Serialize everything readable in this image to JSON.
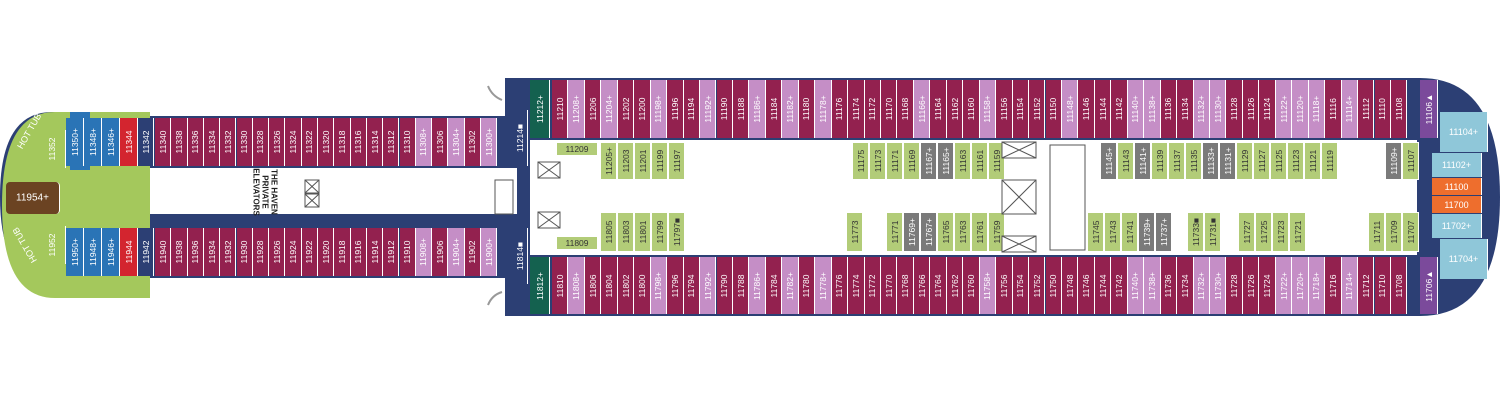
{
  "colors": {
    "inside": "#93214f",
    "balcony": "#c58ec6",
    "oceanview": "#2a74b6",
    "suite": "#a4c85c",
    "haven": "#7b4a9b",
    "minisuite": "#b2cc78",
    "studio": "#7a7a7a",
    "teal": "#14614f",
    "navy": "#2c3f74",
    "red": "#d3252f",
    "brown": "#6b4322",
    "aqua": "#8fc7d9",
    "orange": "#ee6e2d"
  },
  "haven_label": {
    "line1": "THE HAVEN",
    "line2": "PRIVATE",
    "line3": "ELEVATORS"
  },
  "top_row_fwd": [
    {
      "n": "11340",
      "c": "inside"
    },
    {
      "n": "11338",
      "c": "inside"
    },
    {
      "n": "11336",
      "c": "inside"
    },
    {
      "n": "11334",
      "c": "inside"
    },
    {
      "n": "11332",
      "c": "inside"
    },
    {
      "n": "11330",
      "c": "inside"
    },
    {
      "n": "11328",
      "c": "inside"
    },
    {
      "n": "11326",
      "c": "inside"
    },
    {
      "n": "11324",
      "c": "inside"
    },
    {
      "n": "11322",
      "c": "inside"
    },
    {
      "n": "11320",
      "c": "inside"
    },
    {
      "n": "11318",
      "c": "inside"
    },
    {
      "n": "11316",
      "c": "inside"
    },
    {
      "n": "11314",
      "c": "inside"
    },
    {
      "n": "11312",
      "c": "inside"
    },
    {
      "n": "11310",
      "c": "inside"
    },
    {
      "n": "11308+",
      "c": "balcony"
    },
    {
      "n": "11306",
      "c": "inside"
    },
    {
      "n": "11304+",
      "c": "balcony"
    },
    {
      "n": "11302",
      "c": "inside"
    },
    {
      "n": "11300+",
      "c": "balcony"
    }
  ],
  "bottom_row_fwd": [
    {
      "n": "11940",
      "c": "inside"
    },
    {
      "n": "11938",
      "c": "inside"
    },
    {
      "n": "11936",
      "c": "inside"
    },
    {
      "n": "11934",
      "c": "inside"
    },
    {
      "n": "11932",
      "c": "inside"
    },
    {
      "n": "11930",
      "c": "inside"
    },
    {
      "n": "11928",
      "c": "inside"
    },
    {
      "n": "11926",
      "c": "inside"
    },
    {
      "n": "11924",
      "c": "inside"
    },
    {
      "n": "11922",
      "c": "inside"
    },
    {
      "n": "11920",
      "c": "inside"
    },
    {
      "n": "11918",
      "c": "inside"
    },
    {
      "n": "11916",
      "c": "inside"
    },
    {
      "n": "11914",
      "c": "inside"
    },
    {
      "n": "11912",
      "c": "inside"
    },
    {
      "n": "11910",
      "c": "inside"
    },
    {
      "n": "11908+",
      "c": "balcony"
    },
    {
      "n": "11906",
      "c": "inside"
    },
    {
      "n": "11904+",
      "c": "balcony"
    },
    {
      "n": "11902",
      "c": "inside"
    },
    {
      "n": "11900+",
      "c": "balcony"
    }
  ],
  "top_row_aft": [
    {
      "n": "11210",
      "c": "inside"
    },
    {
      "n": "11208+",
      "c": "balcony"
    },
    {
      "n": "11206",
      "c": "inside"
    },
    {
      "n": "11204+",
      "c": "balcony"
    },
    {
      "n": "11202",
      "c": "inside"
    },
    {
      "n": "11200",
      "c": "inside"
    },
    {
      "n": "11198+",
      "c": "balcony"
    },
    {
      "n": "11196",
      "c": "inside"
    },
    {
      "n": "11194",
      "c": "inside"
    },
    {
      "n": "11192+",
      "c": "balcony"
    },
    {
      "n": "11190",
      "c": "inside"
    },
    {
      "n": "11188",
      "c": "inside"
    },
    {
      "n": "11186+",
      "c": "balcony"
    },
    {
      "n": "11184",
      "c": "inside"
    },
    {
      "n": "11182+",
      "c": "balcony"
    },
    {
      "n": "11180",
      "c": "inside"
    },
    {
      "n": "11178+",
      "c": "balcony"
    },
    {
      "n": "11176",
      "c": "inside"
    },
    {
      "n": "11174",
      "c": "inside"
    },
    {
      "n": "11172",
      "c": "inside"
    },
    {
      "n": "11170",
      "c": "inside"
    },
    {
      "n": "11168",
      "c": "inside"
    },
    {
      "n": "11166+",
      "c": "balcony"
    },
    {
      "n": "11164",
      "c": "inside"
    },
    {
      "n": "11162",
      "c": "inside"
    },
    {
      "n": "11160",
      "c": "inside"
    },
    {
      "n": "11158+",
      "c": "balcony"
    },
    {
      "n": "11156",
      "c": "inside"
    },
    {
      "n": "11154",
      "c": "inside"
    },
    {
      "n": "11152",
      "c": "inside"
    },
    {
      "n": "11150",
      "c": "inside"
    },
    {
      "n": "11148+",
      "c": "balcony"
    },
    {
      "n": "11146",
      "c": "inside"
    },
    {
      "n": "11144",
      "c": "inside"
    },
    {
      "n": "11142",
      "c": "inside"
    },
    {
      "n": "11140+",
      "c": "balcony"
    },
    {
      "n": "11138+",
      "c": "balcony"
    },
    {
      "n": "11136",
      "c": "inside"
    },
    {
      "n": "11134",
      "c": "inside"
    },
    {
      "n": "11132+",
      "c": "balcony"
    },
    {
      "n": "11130+",
      "c": "balcony"
    },
    {
      "n": "11128",
      "c": "inside"
    },
    {
      "n": "11126",
      "c": "inside"
    },
    {
      "n": "11124",
      "c": "inside"
    },
    {
      "n": "11122+",
      "c": "balcony"
    },
    {
      "n": "11120+",
      "c": "balcony"
    },
    {
      "n": "11118+",
      "c": "balcony"
    },
    {
      "n": "11116",
      "c": "inside"
    },
    {
      "n": "11114+",
      "c": "balcony"
    },
    {
      "n": "11112",
      "c": "inside"
    },
    {
      "n": "11110",
      "c": "inside"
    },
    {
      "n": "11108",
      "c": "inside"
    }
  ],
  "bottom_row_aft": [
    {
      "n": "11810",
      "c": "inside"
    },
    {
      "n": "11808+",
      "c": "balcony"
    },
    {
      "n": "11806",
      "c": "inside"
    },
    {
      "n": "11804",
      "c": "inside"
    },
    {
      "n": "11802",
      "c": "inside"
    },
    {
      "n": "11800",
      "c": "inside"
    },
    {
      "n": "11798+",
      "c": "balcony"
    },
    {
      "n": "11796",
      "c": "inside"
    },
    {
      "n": "11794",
      "c": "inside"
    },
    {
      "n": "11792+",
      "c": "balcony"
    },
    {
      "n": "11790",
      "c": "inside"
    },
    {
      "n": "11788",
      "c": "inside"
    },
    {
      "n": "11786+",
      "c": "balcony"
    },
    {
      "n": "11784",
      "c": "inside"
    },
    {
      "n": "11782+",
      "c": "balcony"
    },
    {
      "n": "11780",
      "c": "inside"
    },
    {
      "n": "11778+",
      "c": "balcony"
    },
    {
      "n": "11776",
      "c": "inside"
    },
    {
      "n": "11774",
      "c": "inside"
    },
    {
      "n": "11772",
      "c": "inside"
    },
    {
      "n": "11770",
      "c": "inside"
    },
    {
      "n": "11768",
      "c": "inside"
    },
    {
      "n": "11766",
      "c": "inside"
    },
    {
      "n": "11764",
      "c": "inside"
    },
    {
      "n": "11762",
      "c": "inside"
    },
    {
      "n": "11760",
      "c": "inside"
    },
    {
      "n": "11758+",
      "c": "balcony"
    },
    {
      "n": "11756",
      "c": "inside"
    },
    {
      "n": "11754",
      "c": "inside"
    },
    {
      "n": "11752",
      "c": "inside"
    },
    {
      "n": "11750",
      "c": "inside"
    },
    {
      "n": "11748",
      "c": "inside"
    },
    {
      "n": "11746",
      "c": "inside"
    },
    {
      "n": "11744",
      "c": "inside"
    },
    {
      "n": "11742",
      "c": "inside"
    },
    {
      "n": "11740+",
      "c": "balcony"
    },
    {
      "n": "11738+",
      "c": "balcony"
    },
    {
      "n": "11736",
      "c": "inside"
    },
    {
      "n": "11734",
      "c": "inside"
    },
    {
      "n": "11732+",
      "c": "balcony"
    },
    {
      "n": "11730+",
      "c": "balcony"
    },
    {
      "n": "11728",
      "c": "inside"
    },
    {
      "n": "11726",
      "c": "inside"
    },
    {
      "n": "11724",
      "c": "inside"
    },
    {
      "n": "11722+",
      "c": "balcony"
    },
    {
      "n": "11720+",
      "c": "balcony"
    },
    {
      "n": "11718+",
      "c": "balcony"
    },
    {
      "n": "11716",
      "c": "inside"
    },
    {
      "n": "11714+",
      "c": "balcony"
    },
    {
      "n": "11712",
      "c": "inside"
    },
    {
      "n": "11710",
      "c": "inside"
    },
    {
      "n": "11708",
      "c": "inside"
    }
  ],
  "inner_top": [
    {
      "n": "11205+",
      "c": "minisuite"
    },
    {
      "n": "11203",
      "c": "minisuite"
    },
    {
      "n": "11201",
      "c": "minisuite"
    },
    {
      "n": "11199",
      "c": "minisuite"
    },
    {
      "n": "11197",
      "c": "minisuite"
    },
    {
      "n": "11175",
      "c": "minisuite"
    },
    {
      "n": "11173",
      "c": "minisuite"
    },
    {
      "n": "11171",
      "c": "minisuite"
    },
    {
      "n": "11169",
      "c": "minisuite"
    },
    {
      "n": "11167+",
      "c": "studio"
    },
    {
      "n": "11165+",
      "c": "studio"
    },
    {
      "n": "11163",
      "c": "minisuite"
    },
    {
      "n": "11161",
      "c": "minisuite"
    },
    {
      "n": "11159",
      "c": "minisuite"
    },
    {
      "n": "11145+",
      "c": "studio"
    },
    {
      "n": "11143",
      "c": "minisuite"
    },
    {
      "n": "11141+",
      "c": "studio"
    },
    {
      "n": "11139",
      "c": "minisuite"
    },
    {
      "n": "11137",
      "c": "minisuite"
    },
    {
      "n": "11135",
      "c": "minisuite"
    },
    {
      "n": "11133+",
      "c": "studio"
    },
    {
      "n": "11131+",
      "c": "studio"
    },
    {
      "n": "11129",
      "c": "minisuite"
    },
    {
      "n": "11127",
      "c": "minisuite"
    },
    {
      "n": "11125",
      "c": "minisuite"
    },
    {
      "n": "11123",
      "c": "minisuite"
    },
    {
      "n": "11121",
      "c": "minisuite"
    },
    {
      "n": "11119",
      "c": "minisuite"
    },
    {
      "n": "11109+",
      "c": "studio"
    },
    {
      "n": "11107",
      "c": "minisuite"
    }
  ],
  "inner_bottom": [
    {
      "n": "11805",
      "c": "minisuite"
    },
    {
      "n": "11803",
      "c": "minisuite"
    },
    {
      "n": "11801",
      "c": "minisuite"
    },
    {
      "n": "11799",
      "c": "minisuite"
    },
    {
      "n": "11797■",
      "c": "minisuite"
    },
    {
      "n": "11773",
      "c": "minisuite"
    },
    {
      "n": "11771",
      "c": "minisuite"
    },
    {
      "n": "11769+",
      "c": "studio"
    },
    {
      "n": "11767+",
      "c": "studio"
    },
    {
      "n": "11765",
      "c": "minisuite"
    },
    {
      "n": "11763",
      "c": "minisuite"
    },
    {
      "n": "11761",
      "c": "minisuite"
    },
    {
      "n": "11759",
      "c": "minisuite"
    },
    {
      "n": "11745",
      "c": "minisuite"
    },
    {
      "n": "11743",
      "c": "minisuite"
    },
    {
      "n": "11741",
      "c": "minisuite"
    },
    {
      "n": "11739+",
      "c": "studio"
    },
    {
      "n": "11737+",
      "c": "studio"
    },
    {
      "n": "11733■",
      "c": "minisuite"
    },
    {
      "n": "11731■",
      "c": "minisuite"
    },
    {
      "n": "11727",
      "c": "minisuite"
    },
    {
      "n": "11725",
      "c": "minisuite"
    },
    {
      "n": "11723",
      "c": "minisuite"
    },
    {
      "n": "11721",
      "c": "minisuite"
    },
    {
      "n": "11711",
      "c": "minisuite"
    },
    {
      "n": "11709",
      "c": "minisuite"
    },
    {
      "n": "11707",
      "c": "minisuite"
    }
  ],
  "inner_singles": {
    "top_left": "11209",
    "bottom_left": "11809"
  },
  "fwd_end": {
    "top_labels": [
      "11352",
      "11350+",
      "11348+",
      "11346+",
      "11344"
    ],
    "bottom_labels": [
      "11952",
      "11950+",
      "11948+",
      "11946+",
      "11944"
    ],
    "center": "11954+",
    "hot_tub_top": "HOT TUB",
    "hot_tub_bottom": "HOT TUB",
    "navy_top": "11342",
    "navy_bottom": "11942"
  },
  "midship": {
    "top_green": "11212+",
    "bottom_green": "11812+",
    "top_navy": "11214■",
    "bottom_navy": "11814■"
  },
  "aft_end": {
    "corner_top": "11106▲",
    "corner_bottom": "11706▲",
    "aqua": [
      "11104+",
      "11102+",
      "11702+",
      "11704+"
    ],
    "orange": [
      "11100",
      "11700"
    ]
  }
}
